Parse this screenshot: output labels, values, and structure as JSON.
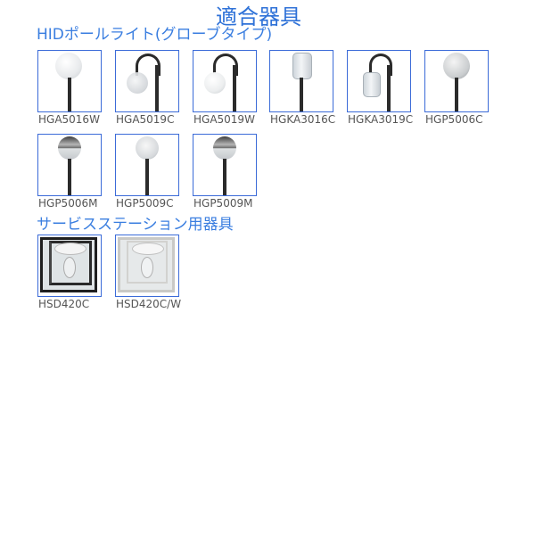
{
  "title": "適合器具",
  "sections": [
    {
      "heading": "HIDポールライト(グローブタイプ)",
      "items": [
        {
          "model": "HGA5016W",
          "icon": "pole-light-globe-white-top"
        },
        {
          "model": "HGA5019C",
          "icon": "pole-light-arm-globe-clear"
        },
        {
          "model": "HGA5019W",
          "icon": "pole-light-arm-globe-white"
        },
        {
          "model": "HGKA3016C",
          "icon": "pole-light-lantern-top"
        },
        {
          "model": "HGKA3019C",
          "icon": "pole-light-arm-lantern"
        },
        {
          "model": "HGP5006C",
          "icon": "pole-light-globe-clear-top"
        },
        {
          "model": "HGP5006M",
          "icon": "pole-light-globe-mirror-top"
        },
        {
          "model": "HGP5009C",
          "icon": "pole-light-globe-clear-top"
        },
        {
          "model": "HGP5009M",
          "icon": "pole-light-globe-mirror-top"
        }
      ]
    },
    {
      "heading": "サービスステーション用器具",
      "items": [
        {
          "model": "HSD420C",
          "icon": "canopy-light-black-frame"
        },
        {
          "model": "HSD420C/W",
          "icon": "canopy-light-white-frame"
        }
      ]
    }
  ],
  "colors": {
    "heading": "#3a7ee0",
    "title": "#2f72d8",
    "border": "#3b6bd8",
    "label": "#555555"
  }
}
